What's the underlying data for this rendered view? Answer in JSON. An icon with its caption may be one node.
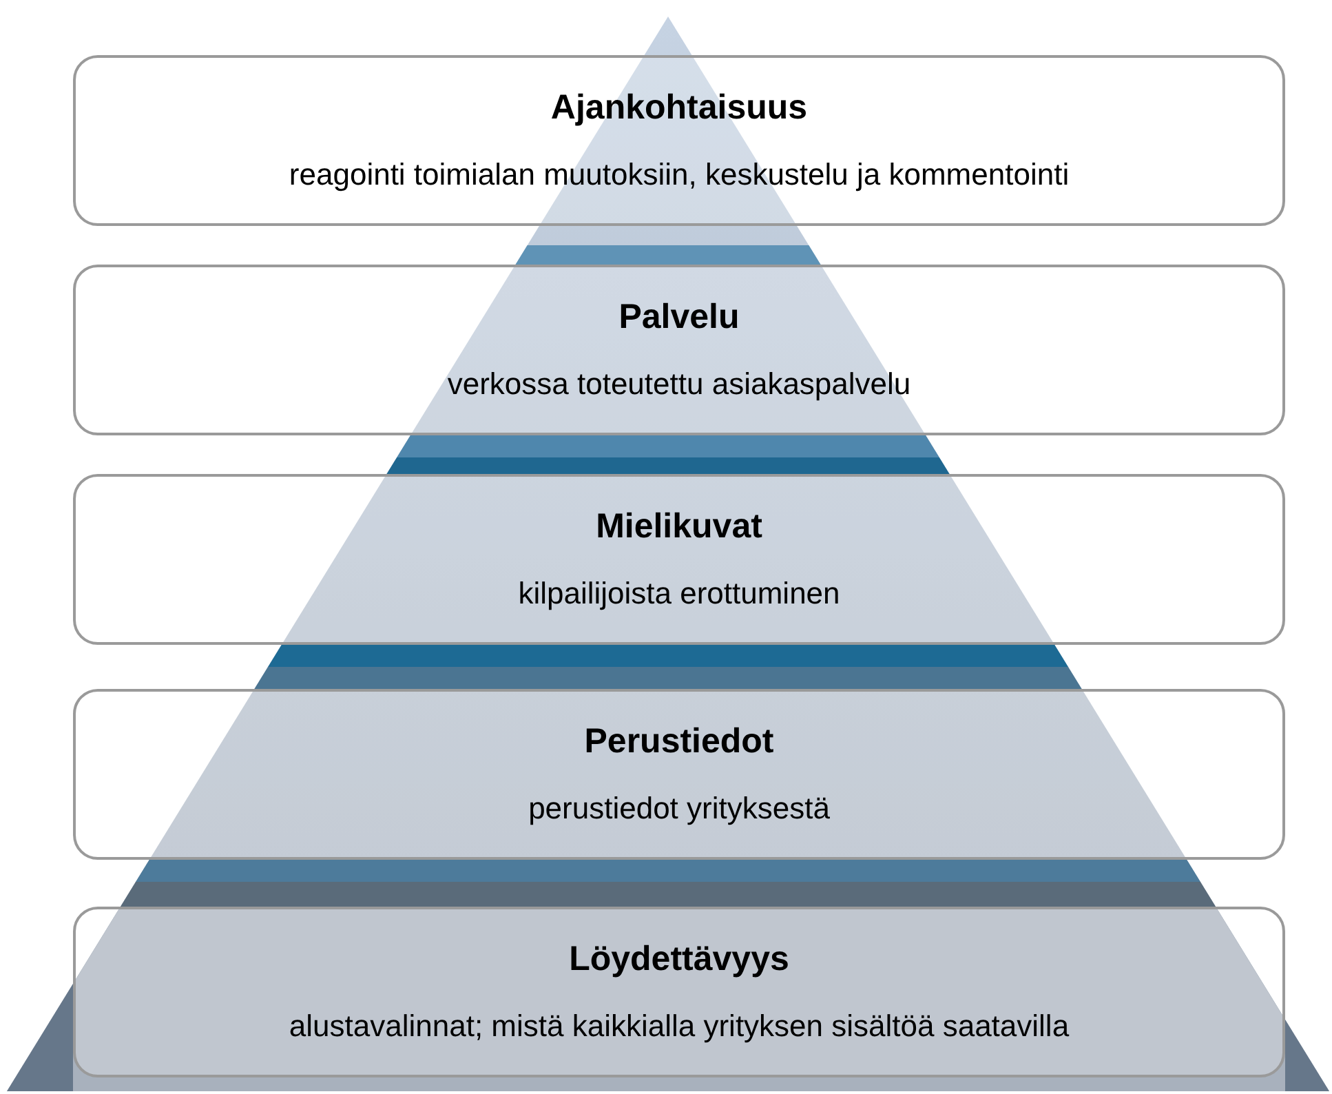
{
  "diagram": {
    "nodes": [
      {
        "text": [
          "Ajankohtaisuus",
          "reagointi toimialan muutoksiin, keskustelu ja kommentointi"
        ]
      },
      {
        "text": [
          "Palvelu",
          "verkossa toteutettu asiakaspalvelu"
        ]
      },
      {
        "text": [
          "Mielikuvat",
          "kilpailijoista erottuminen"
        ]
      },
      {
        "text": [
          "Perustiedot",
          "perustiedot yrityksestä"
        ]
      },
      {
        "text": [
          "Löydettävyys",
          "alustavalinnat; mistä kaikkialla yrityksen sisältöä saatavilla"
        ]
      }
    ]
  }
}
